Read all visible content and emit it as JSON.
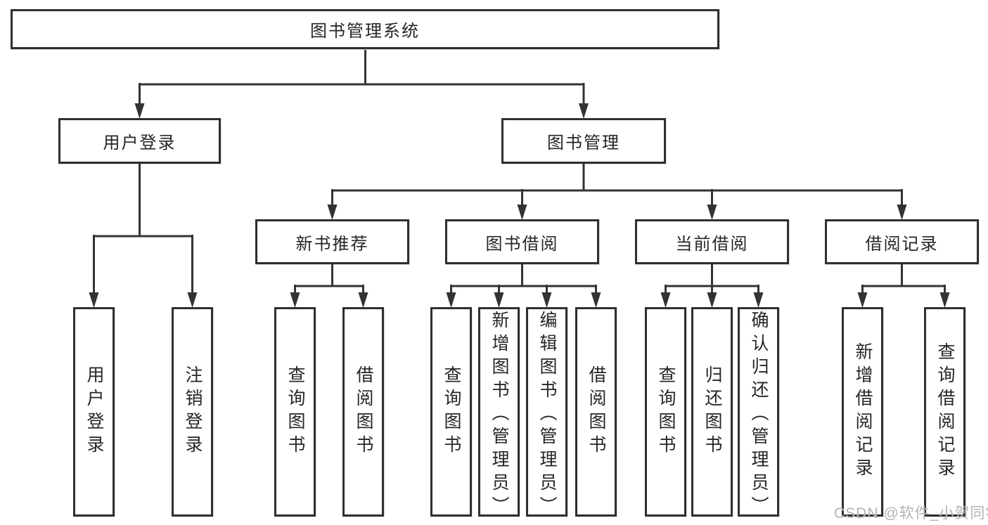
{
  "tree": {
    "root": "图书管理系统",
    "branches": [
      {
        "label": "用户登录",
        "children": [
          "用户登录",
          "注销登录"
        ]
      },
      {
        "label": "图书管理",
        "sections": [
          {
            "label": "新书推荐",
            "children": [
              "查询图书",
              "借阅图书"
            ]
          },
          {
            "label": "图书借阅",
            "children": [
              "查询图书",
              "新增图书（管理员）",
              "编辑图书（管理员）",
              "借阅图书"
            ]
          },
          {
            "label": "当前借阅",
            "children": [
              "查询图书",
              "归还图书",
              "确认归还（管理员）"
            ]
          },
          {
            "label": "借阅记录",
            "children": [
              "新增借阅记录",
              "查询借阅记录"
            ]
          }
        ]
      }
    ]
  },
  "watermark": {
    "text": "CSDN @软件_小贺同学"
  },
  "colors": {
    "background": "#ffffff",
    "line": "#333333",
    "border": "#2f2f2f",
    "text": "#262626",
    "watermark": "#b3b3b3"
  }
}
